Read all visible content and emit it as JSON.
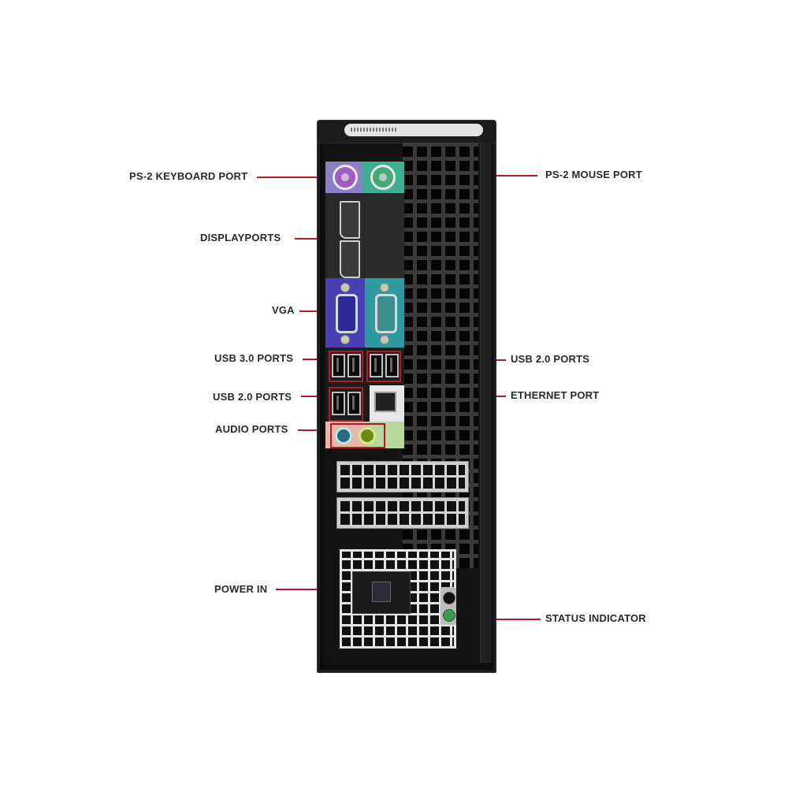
{
  "diagram": {
    "subject": "Desktop computer tower rear panel",
    "accent_color": "#b01c24",
    "labels": {
      "ps2_keyboard": "PS-2 KEYBOARD PORT",
      "ps2_mouse": "PS-2 MOUSE PORT",
      "displayports": "DISPLAYPORTS",
      "vga": "VGA",
      "usb30": "USB 3.0 PORTS",
      "usb20_right": "USB 2.0 PORTS",
      "usb20_left": "USB 2.0 PORTS",
      "ethernet": "ETHERNET PORT",
      "audio": "AUDIO PORTS",
      "power_in": "POWER IN",
      "status_indicator": "STATUS INDICATOR"
    }
  }
}
